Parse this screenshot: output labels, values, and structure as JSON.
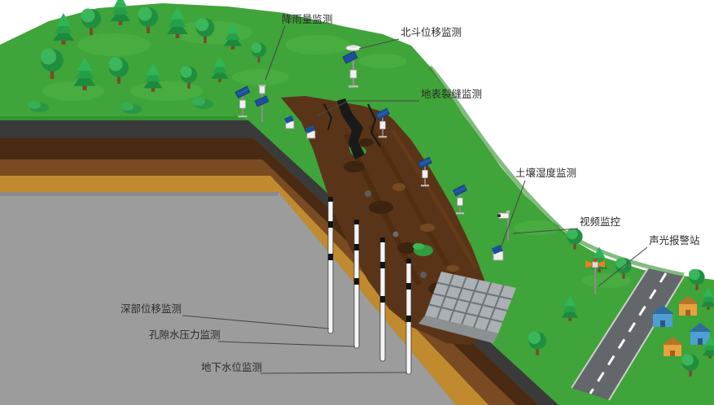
{
  "labels": {
    "rainfall": {
      "text": "降雨量监测",
      "device": "rain-gauge-station"
    },
    "beidou": {
      "text": "北斗位移监测",
      "device": "gnss-displacement-station"
    },
    "surface_crack": {
      "text": "地表裂缝监测",
      "device": "crack-sensor"
    },
    "soil_moisture": {
      "text": "土壤湿度监测",
      "device": "soil-moisture-sensor"
    },
    "video": {
      "text": "视频监控",
      "device": "video-camera"
    },
    "alarm": {
      "text": "声光报警站",
      "device": "sound-light-alarm-station"
    },
    "deep_displacement": {
      "text": "深部位移监测",
      "device": "borehole-inclinometer"
    },
    "pore_pressure": {
      "text": "孔隙水压力监测",
      "device": "borehole-piezometer"
    },
    "groundwater": {
      "text": "地下水位监测",
      "device": "borehole-water-level-gauge"
    }
  },
  "scene": {
    "borehole_count": 4,
    "terrain_layers": [
      "grass",
      "dark-topsoil",
      "dark-brown-soil",
      "brown-soil",
      "golden-soil",
      "gray-bedrock"
    ]
  },
  "colors": {
    "sky": "#ffffff",
    "grass": "#3fa439",
    "grass_light": "#52b348",
    "grass_rim": "#2e8f2a",
    "layer_topsoil_dark": "#3a3a3a",
    "layer_dark_brown": "#4a2a12",
    "layer_brown": "#7a4a22",
    "layer_golden": "#c28a2e",
    "bedrock_gray": "#9c9c9c",
    "landslide_soil": "#5a3418",
    "lattice_gray": "#aab0b3",
    "road": "#63676b",
    "road_line": "#ffffff",
    "solar_panel_blue": "#1e4f9e",
    "borehole_white": "#f5f5f5",
    "borehole_black": "#141414",
    "house_blue": "#4e9fd4",
    "house_orange": "#e8a23e",
    "tree_green_dark": "#1f8e3f",
    "tree_green_light": "#3cb65c",
    "alarm_horn_orange": "#e87f1f",
    "label_text": "#2b2b2b",
    "leader_line": "#4a4a4a"
  }
}
